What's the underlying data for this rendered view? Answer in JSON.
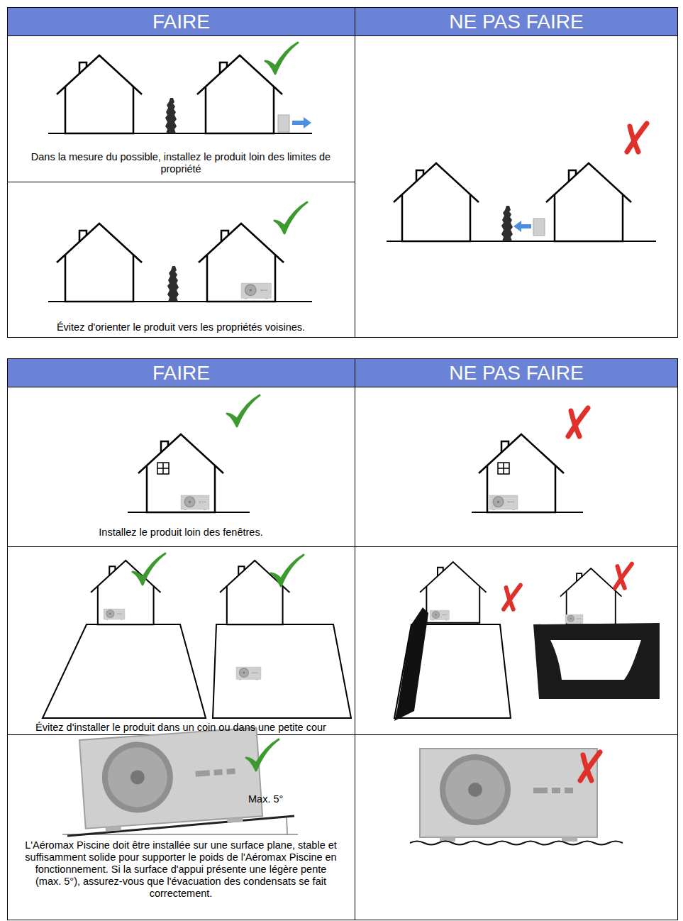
{
  "diagram": {
    "nodes": [
      {
        "text": [
          "FAIRE"
        ]
      },
      {
        "text": [
          "NE PAS FAIRE"
        ]
      },
      {
        "text": [
          "FAIRE"
        ]
      },
      {
        "text": [
          "NE PAS FAIRE"
        ]
      }
    ],
    "labels": [
      "Dans la mesure du possible, installez le produit loin des limites de propriété",
      "Évitez d'orienter le produit vers les propriétés voisines.",
      "Installez le produit loin des fenêtres.",
      "Évitez d'installer le produit dans un coin ou dans une petite cour",
      "Max. 5°",
      "L'Aéromax Piscine doit être installée sur une surface plane, stable et suffisamment solide pour supporter le poids de l'Aéromax Piscine en fonctionnement. Si la surface d'appui présente une légère pente (max. 5°), assurez-vous que l'évacuation des condensats se fait correctement."
    ]
  }
}
